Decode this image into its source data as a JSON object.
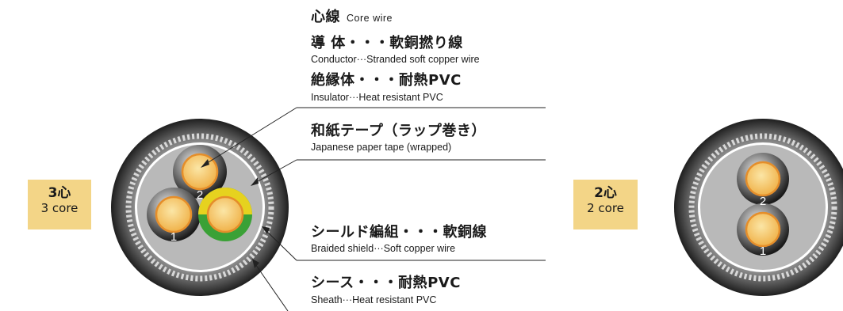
{
  "badges": {
    "three": {
      "big": "3心",
      "small": "3 core"
    },
    "two": {
      "big": "2心",
      "small": "2 core"
    }
  },
  "labels": {
    "core_jp": "心線",
    "core_en": "Core wire",
    "conductor_jp": "導 体・・・軟銅撚り線",
    "conductor_en": "Conductor···Stranded soft copper wire",
    "insulator_jp": "絶縁体・・・耐熱PVC",
    "insulator_en": "Insulator···Heat resistant PVC",
    "tape_jp": "和紙テープ（ラップ巻き）",
    "tape_en": "Japanese paper tape (wrapped)",
    "shield_jp": "シールド編組・・・軟銅線",
    "shield_en": "Braided shield···Soft copper wire",
    "sheath_jp": "シース・・・耐熱PVC",
    "sheath_en": "Sheath···Heat resistant PVC"
  },
  "core_numbers": {
    "three": [
      "1",
      "2"
    ],
    "two": [
      "2",
      "1"
    ]
  },
  "colors": {
    "badge": "#f3d587",
    "copper": "#f0b24a",
    "sheath": "#3a3a3a",
    "earth_green": "#3aa136",
    "earth_yellow": "#e6d21f"
  }
}
